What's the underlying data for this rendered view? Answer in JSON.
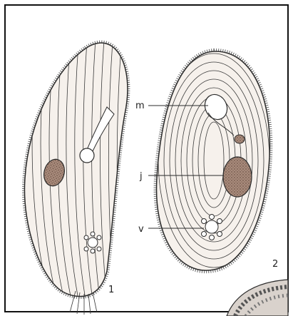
{
  "figure": {
    "specimens": [
      {
        "number": "1"
      },
      {
        "number": "2"
      }
    ],
    "labels": {
      "m": "m",
      "j": "j",
      "v": "v"
    },
    "colors": {
      "ink": "#2b2b2b",
      "nucleus_fill": "#9a7a6a",
      "cell_fill": "#f6f1ec",
      "frame": "#111111"
    }
  }
}
